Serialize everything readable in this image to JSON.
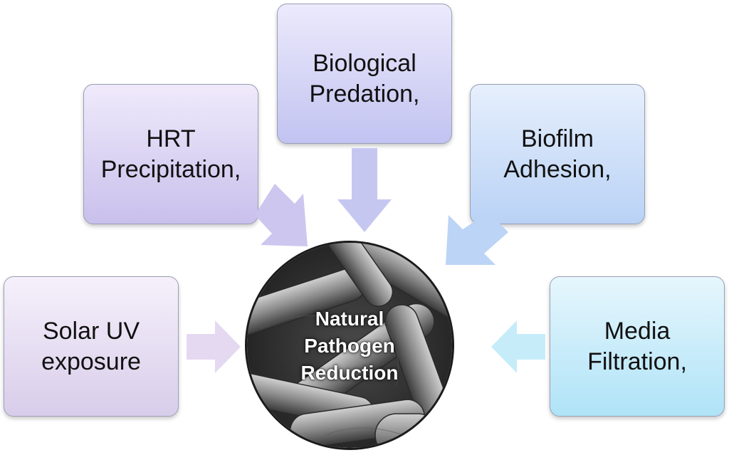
{
  "center": {
    "label": "Natural\nPathogen\nReduction"
  },
  "nodes": {
    "solar_uv": {
      "label": "Solar UV\nexposure"
    },
    "hrt": {
      "label": "HRT\nPrecipitation,"
    },
    "biological": {
      "label": "Biological\nPredation,"
    },
    "biofilm": {
      "label": "Biofilm\nAdhesion,"
    },
    "media": {
      "label": "Media\nFiltration,"
    }
  },
  "colors": {
    "solar_uv": [
      "#f6f0fb",
      "#d8cdea"
    ],
    "hrt": [
      "#efeafb",
      "#c9c0ec"
    ],
    "biological": [
      "#eceafc",
      "#c2c3f1"
    ],
    "biofilm": [
      "#e6effd",
      "#b9d2f5"
    ],
    "media": [
      "#e6f6fd",
      "#afe3f7"
    ]
  }
}
